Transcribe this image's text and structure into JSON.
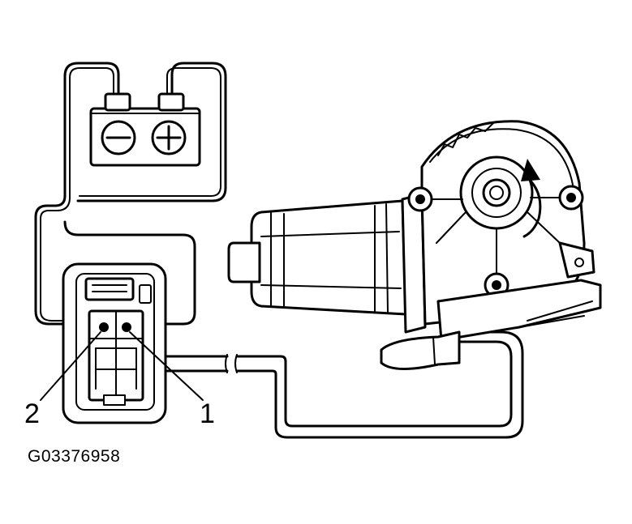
{
  "figure": {
    "id_label": "G03376958",
    "terminals": [
      {
        "label": "2"
      },
      {
        "label": "1"
      }
    ],
    "battery": {
      "negative_symbol": "minus-icon",
      "positive_symbol": "plus-icon"
    },
    "motor": {
      "rotation_indicator": "rotation-arrow-icon"
    }
  },
  "colors": {
    "ink": "#000000",
    "background": "#ffffff"
  }
}
